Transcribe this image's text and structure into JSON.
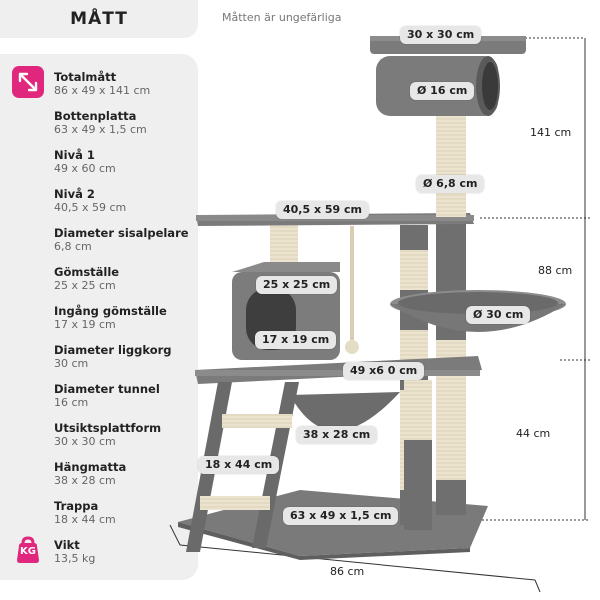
{
  "header": {
    "title": "MÅTT",
    "note": "Måtten är ungefärliga"
  },
  "icons": {
    "total_icon": "diagonal-resize-arrows",
    "weight_icon": "kettlebell-kg",
    "weight_icon_text": "KG",
    "accent_color": "#e0267d"
  },
  "specs": [
    {
      "label": "Totalmått",
      "value": "86 x 49 x 141 cm"
    },
    {
      "label": "Bottenplatta",
      "value": "63 x 49 x 1,5 cm"
    },
    {
      "label": "Nivå 1",
      "value": "49 x 60 cm"
    },
    {
      "label": "Nivå 2",
      "value": "40,5 x 59 cm"
    },
    {
      "label": "Diameter sisalpelare",
      "value": "6,8 cm"
    },
    {
      "label": "Gömställe",
      "value": "25 x 25 cm"
    },
    {
      "label": "Ingång gömställe",
      "value": "17 x 19 cm"
    },
    {
      "label": "Diameter liggkorg",
      "value": "30 cm"
    },
    {
      "label": "Diameter tunnel",
      "value": "16 cm"
    },
    {
      "label": "Utsiktsplattform",
      "value": "30 x 30 cm"
    },
    {
      "label": "Hängmatta",
      "value": "38 x 28 cm"
    },
    {
      "label": "Trappa",
      "value": "18 x 44 cm"
    },
    {
      "label": "Vikt",
      "value": "13,5 kg"
    }
  ],
  "product_labels": {
    "platform_top": "30 x 30 cm",
    "tunnel": "Ø 16 cm",
    "post": "Ø 6,8 cm",
    "level2": "40,5 x 59 cm",
    "house": "25 x 25 cm",
    "house_entry": "17 x 19 cm",
    "basket": "Ø 30 cm",
    "level1": "49 x6 0 cm",
    "hammock": "38 x 28 cm",
    "ladder": "18 x 44 cm",
    "base": "63 x 49 x 1,5 cm"
  },
  "measurements": {
    "height_total": "141 cm",
    "height_mid": "88 cm",
    "height_low": "44 cm",
    "width": "86 cm"
  }
}
